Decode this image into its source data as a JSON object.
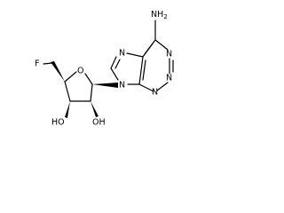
{
  "molecule": {
    "atoms": {
      "nh2": "NH",
      "nh2_subscript": "2",
      "n_top_left": "N",
      "n_top_right": "N",
      "n_bottom_right": "N",
      "n_bottom_left": "N",
      "n_glycosidic": "N",
      "ring_oxygen": "O",
      "fluorine": "F",
      "hydroxyl_left": "HO",
      "hydroxyl_right": "OH"
    }
  }
}
